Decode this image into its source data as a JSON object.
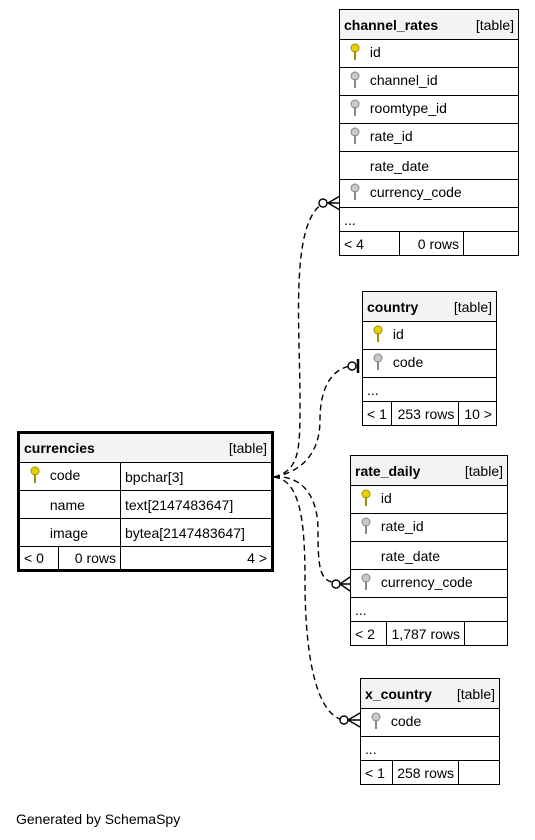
{
  "footer_text": "Generated by SchemaSpy",
  "tables": {
    "channel_rates": {
      "name": "channel_rates",
      "kind": "[table]",
      "columns": [
        {
          "name": "id",
          "key": "primary"
        },
        {
          "name": "channel_id",
          "key": "foreign"
        },
        {
          "name": "roomtype_id",
          "key": "foreign"
        },
        {
          "name": "rate_id",
          "key": "foreign"
        },
        {
          "name": "rate_date",
          "key": "none"
        },
        {
          "name": "currency_code",
          "key": "foreign"
        }
      ],
      "more": "...",
      "parents": "< 4",
      "rows": "0 rows",
      "children": ""
    },
    "country": {
      "name": "country",
      "kind": "[table]",
      "columns": [
        {
          "name": "id",
          "key": "primary"
        },
        {
          "name": "code",
          "key": "foreign"
        }
      ],
      "more": "...",
      "parents": "< 1",
      "rows": "253 rows",
      "children": "10 >"
    },
    "currencies": {
      "name": "currencies",
      "kind": "[table]",
      "columns": [
        {
          "name": "code",
          "type": "bpchar[3]",
          "key": "primary"
        },
        {
          "name": "name",
          "type": "text[2147483647]",
          "key": "none"
        },
        {
          "name": "image",
          "type": "bytea[2147483647]",
          "key": "none"
        }
      ],
      "parents": "< 0",
      "rows": "0 rows",
      "children": "4 >"
    },
    "rate_daily": {
      "name": "rate_daily",
      "kind": "[table]",
      "columns": [
        {
          "name": "id",
          "key": "primary"
        },
        {
          "name": "rate_id",
          "key": "foreign"
        },
        {
          "name": "rate_date",
          "key": "none"
        },
        {
          "name": "currency_code",
          "key": "foreign"
        }
      ],
      "more": "...",
      "parents": "< 2",
      "rows": "1,787 rows",
      "children": ""
    },
    "x_country": {
      "name": "x_country",
      "kind": "[table]",
      "columns": [
        {
          "name": "code",
          "key": "foreign"
        }
      ],
      "more": "...",
      "parents": "< 1",
      "rows": "258 rows",
      "children": ""
    }
  },
  "colors": {
    "primary_key": "#e6d200",
    "foreign_key": "#a8a8a8",
    "header_bg": "#f4f4f4"
  }
}
